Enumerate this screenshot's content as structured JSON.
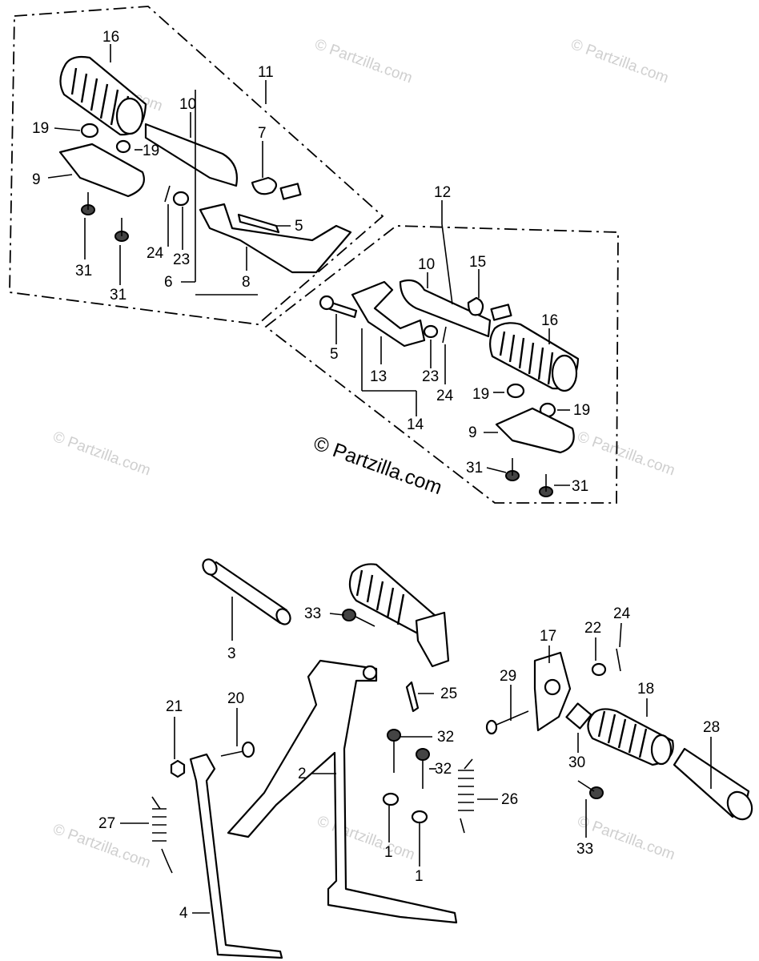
{
  "watermark_text": "© Partzilla.com",
  "copyright_main": "© Partzilla.com",
  "callouts": {
    "c1a": "16",
    "c1b": "11",
    "c1c": "10",
    "c1d": "19",
    "c1e": "19",
    "c1f": "7",
    "c1g": "9",
    "c1h": "5",
    "c1i": "24",
    "c1j": "23",
    "c1k": "31",
    "c1l": "31",
    "c1m": "6",
    "c1n": "8",
    "c2a": "12",
    "c2b": "10",
    "c2c": "15",
    "c2d": "16",
    "c2e": "5",
    "c2f": "13",
    "c2g": "23",
    "c2h": "24",
    "c2i": "14",
    "c2j": "19",
    "c2k": "19",
    "c2l": "9",
    "c2m": "31",
    "c2n": "31",
    "c3a": "3",
    "c3b": "33",
    "c3c": "17",
    "c3d": "22",
    "c3e": "24",
    "c3f": "25",
    "c3g": "29",
    "c3h": "18",
    "c3i": "21",
    "c3j": "20",
    "c3k": "32",
    "c3l": "32",
    "c3m": "28",
    "c3n": "2",
    "c3o": "30",
    "c3p": "27",
    "c3q": "26",
    "c3r": "1",
    "c3s": "1",
    "c3t": "33",
    "c3u": "4"
  }
}
